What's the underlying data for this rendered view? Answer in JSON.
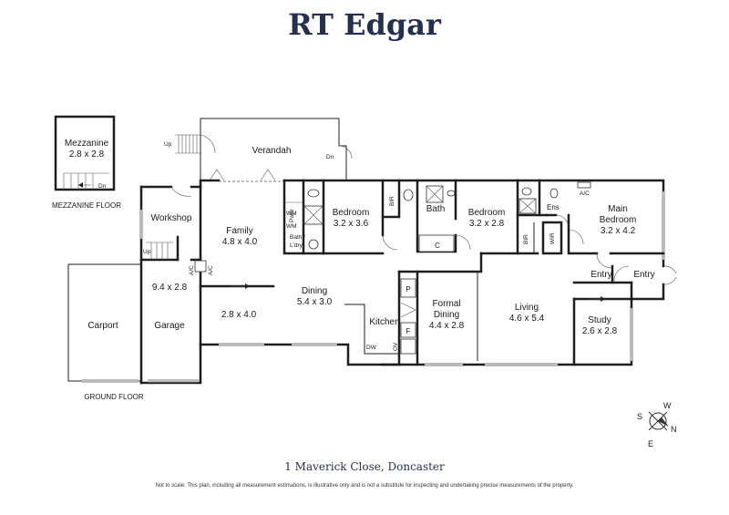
{
  "brand": "RT Edgar",
  "address": "1 Maverick Close, Doncaster",
  "disclaimer": "Not to scale: This plan, including all measurement estimations, is illustrative only and is not a substitute for inspecting and undertaking precise measurements of the property.",
  "floors": {
    "mezzanine": "MEZZANINE FLOOR",
    "ground": "GROUND FLOOR"
  },
  "rooms": {
    "mezzanine": {
      "name": "Mezzanine",
      "size": "2.8 x 2.8"
    },
    "verandah": {
      "name": "Verandah"
    },
    "workshop": {
      "name": "Workshop"
    },
    "family": {
      "name": "Family",
      "size": "4.8 x 4.0"
    },
    "bedroom2": {
      "name": "Bedroom",
      "size": "3.2 x 3.6"
    },
    "bath": {
      "name": "Bath"
    },
    "bedroom3": {
      "name": "Bedroom",
      "size": "3.2 x 2.8"
    },
    "ens": {
      "name": "Ens"
    },
    "main_bedroom": {
      "name": "Main",
      "name2": "Bedroom",
      "size": "3.2 x 4.2"
    },
    "entry_a": {
      "name": "Entry"
    },
    "entry_b": {
      "name": "Entry"
    },
    "garage": {
      "name": "Garage",
      "size": "9.4 x 2.8"
    },
    "carport": {
      "name": "Carport"
    },
    "room_unnamed": {
      "size": "2.8 x 4.0"
    },
    "dining": {
      "name": "Dining",
      "size": "5.4 x 3.0"
    },
    "kitchen": {
      "name": "Kitchen"
    },
    "formal_dining": {
      "name": "Formal",
      "name2": "Dining",
      "size": "4.4 x 2.8"
    },
    "living": {
      "name": "Living",
      "size": "4.6 x 5.4"
    },
    "study": {
      "name": "Study",
      "size": "2.6 x 2.8"
    },
    "bath_laundry": {
      "name": "Bath /",
      "name2": "L'dry"
    }
  },
  "marks": {
    "up": "Up",
    "dn": "Dn",
    "ac": "A/C",
    "bir": "BIR",
    "wir": "WIR",
    "wm": "WM",
    "pwdr": "Pwdr",
    "c": "C",
    "p": "P",
    "f": "F",
    "dw": "DW",
    "ov": "OV"
  },
  "compass": {
    "w": "W",
    "s": "S",
    "n": "N",
    "e": "E"
  }
}
